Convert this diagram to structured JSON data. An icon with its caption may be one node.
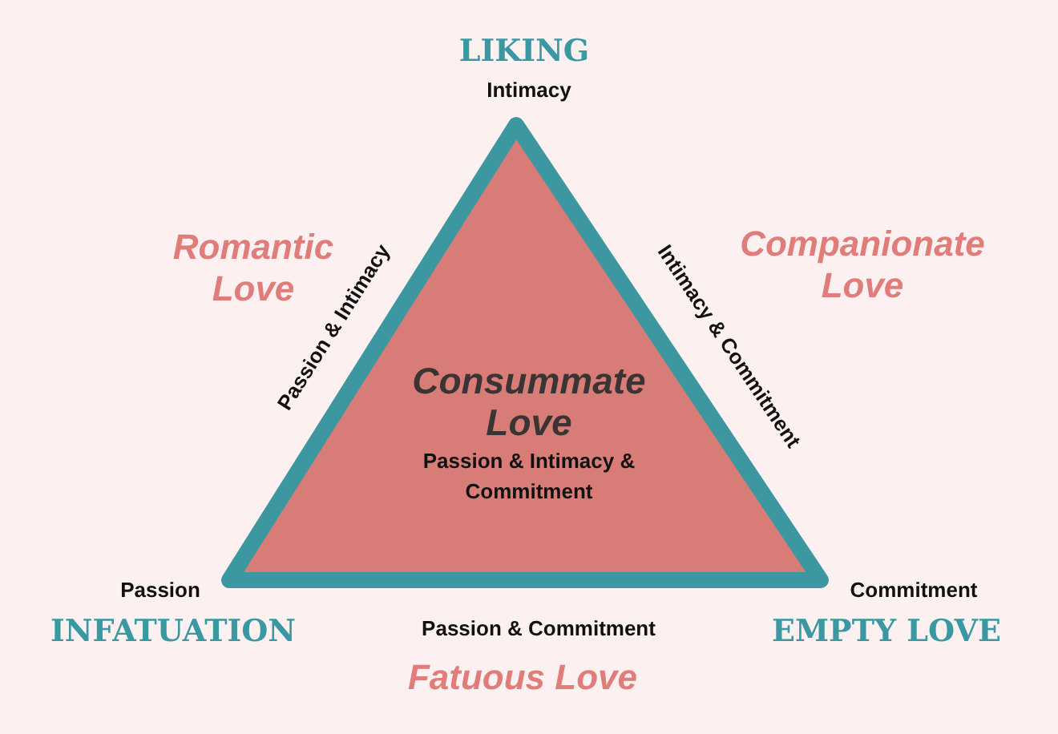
{
  "diagram": {
    "nodes": [
      {
        "text": [
          "Consummate Love",
          "Passion & Intimacy & Commitment"
        ]
      }
    ],
    "labels": [
      "LIKING",
      "Intimacy",
      "Romantic Love",
      "Companionate Love",
      "Passion & Intimacy",
      "Intimacy & Commitment",
      "Passion",
      "Commitment",
      "INFATUATION",
      "Passion & Commitment",
      "EMPTY LOVE",
      "Fatuous Love"
    ]
  }
}
